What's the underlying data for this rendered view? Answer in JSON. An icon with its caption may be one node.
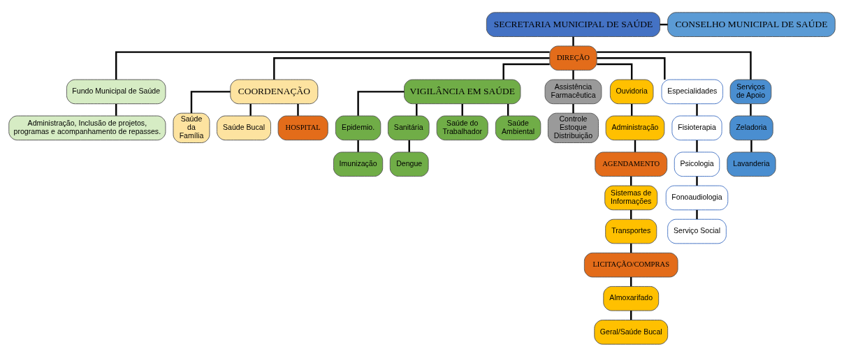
{
  "diagram": {
    "nodes": [
      {
        "text": [
          "SECRETARIA MUNICIPAL DE SAÚDE"
        ]
      },
      {
        "text": [
          "CONSELHO MUNICIPAL DE SAÚDE"
        ]
      },
      {
        "text": [
          "DIREÇÃO"
        ]
      },
      {
        "text": [
          "Fundo Municipal de Saúde"
        ]
      },
      {
        "text": [
          "Administração, Inclusão de projetos, programas e acompanhamento de repasses."
        ]
      },
      {
        "text": [
          "COORDENAÇÃO"
        ]
      },
      {
        "text": [
          "Saúde da Família"
        ]
      },
      {
        "text": [
          "Saúde Bucal"
        ]
      },
      {
        "text": [
          "HOSPITAL"
        ]
      },
      {
        "text": [
          "VIGILÂNCIA EM SAÚDE"
        ]
      },
      {
        "text": [
          "Epidemio."
        ]
      },
      {
        "text": [
          "Sanitária"
        ]
      },
      {
        "text": [
          "Saúde do Trabalhador"
        ]
      },
      {
        "text": [
          "Saúde Ambiental"
        ]
      },
      {
        "text": [
          "Imunização"
        ]
      },
      {
        "text": [
          "Dengue"
        ]
      },
      {
        "text": [
          "Assistência Farmacêutica"
        ]
      },
      {
        "text": [
          "Controle Estoque Distribuição"
        ]
      },
      {
        "text": [
          "Ouvidoria"
        ]
      },
      {
        "text": [
          "Administração"
        ]
      },
      {
        "text": [
          "AGENDAMENTO"
        ]
      },
      {
        "text": [
          "Sistemas de Informações"
        ]
      },
      {
        "text": [
          "Transportes"
        ]
      },
      {
        "text": [
          "LICITAÇÃO/COMPRAS"
        ]
      },
      {
        "text": [
          "Almoxarifado"
        ]
      },
      {
        "text": [
          "Geral/Saúde Bucal"
        ]
      },
      {
        "text": [
          "Especialidades"
        ]
      },
      {
        "text": [
          "Fisioterapia"
        ]
      },
      {
        "text": [
          "Psicologia"
        ]
      },
      {
        "text": [
          "Fonoaudiologia"
        ]
      },
      {
        "text": [
          "Serviço Social"
        ]
      },
      {
        "text": [
          "Serviços de Apoio"
        ]
      },
      {
        "text": [
          "Zeladoria"
        ]
      },
      {
        "text": [
          "Lavanderia"
        ]
      }
    ],
    "edges": [
      {
        "from": 0,
        "to": 1,
        "arrow": "none"
      },
      {
        "from": 0,
        "to": 2,
        "arrow": "none"
      },
      {
        "from": 2,
        "to": 3,
        "arrow": "none"
      },
      {
        "from": 3,
        "to": 4,
        "arrow": "none"
      },
      {
        "from": 2,
        "to": 5,
        "arrow": "none"
      },
      {
        "from": 2,
        "to": 9,
        "arrow": "none"
      },
      {
        "from": 2,
        "to": 16,
        "arrow": "none"
      },
      {
        "from": 2,
        "to": 18,
        "arrow": "none"
      },
      {
        "from": 2,
        "to": 26,
        "arrow": "none"
      },
      {
        "from": 2,
        "to": 31,
        "arrow": "none"
      },
      {
        "from": 5,
        "to": 6,
        "arrow": "none"
      },
      {
        "from": 5,
        "to": 7,
        "arrow": "none"
      },
      {
        "from": 5,
        "to": 8,
        "arrow": "none"
      },
      {
        "from": 9,
        "to": 10,
        "arrow": "none"
      },
      {
        "from": 9,
        "to": 11,
        "arrow": "none"
      },
      {
        "from": 9,
        "to": 12,
        "arrow": "none"
      },
      {
        "from": 9,
        "to": 13,
        "arrow": "none"
      },
      {
        "from": 10,
        "to": 14,
        "arrow": "none"
      },
      {
        "from": 11,
        "to": 15,
        "arrow": "none"
      },
      {
        "from": 16,
        "to": 17,
        "arrow": "none"
      },
      {
        "from": 18,
        "to": 19,
        "arrow": "none"
      },
      {
        "from": 19,
        "to": 20,
        "arrow": "none"
      },
      {
        "from": 20,
        "to": 21,
        "arrow": "none"
      },
      {
        "from": 21,
        "to": 22,
        "arrow": "none"
      },
      {
        "from": 22,
        "to": 23,
        "arrow": "none"
      },
      {
        "from": 23,
        "to": 24,
        "arrow": "none"
      },
      {
        "from": 24,
        "to": 25,
        "arrow": "none"
      },
      {
        "from": 26,
        "to": 27,
        "arrow": "none"
      },
      {
        "from": 27,
        "to": 28,
        "arrow": "none"
      },
      {
        "from": 28,
        "to": 29,
        "arrow": "none"
      },
      {
        "from": 29,
        "to": 30,
        "arrow": "none"
      },
      {
        "from": 31,
        "to": 32,
        "arrow": "none"
      },
      {
        "from": 32,
        "to": 33,
        "arrow": "none"
      }
    ]
  }
}
